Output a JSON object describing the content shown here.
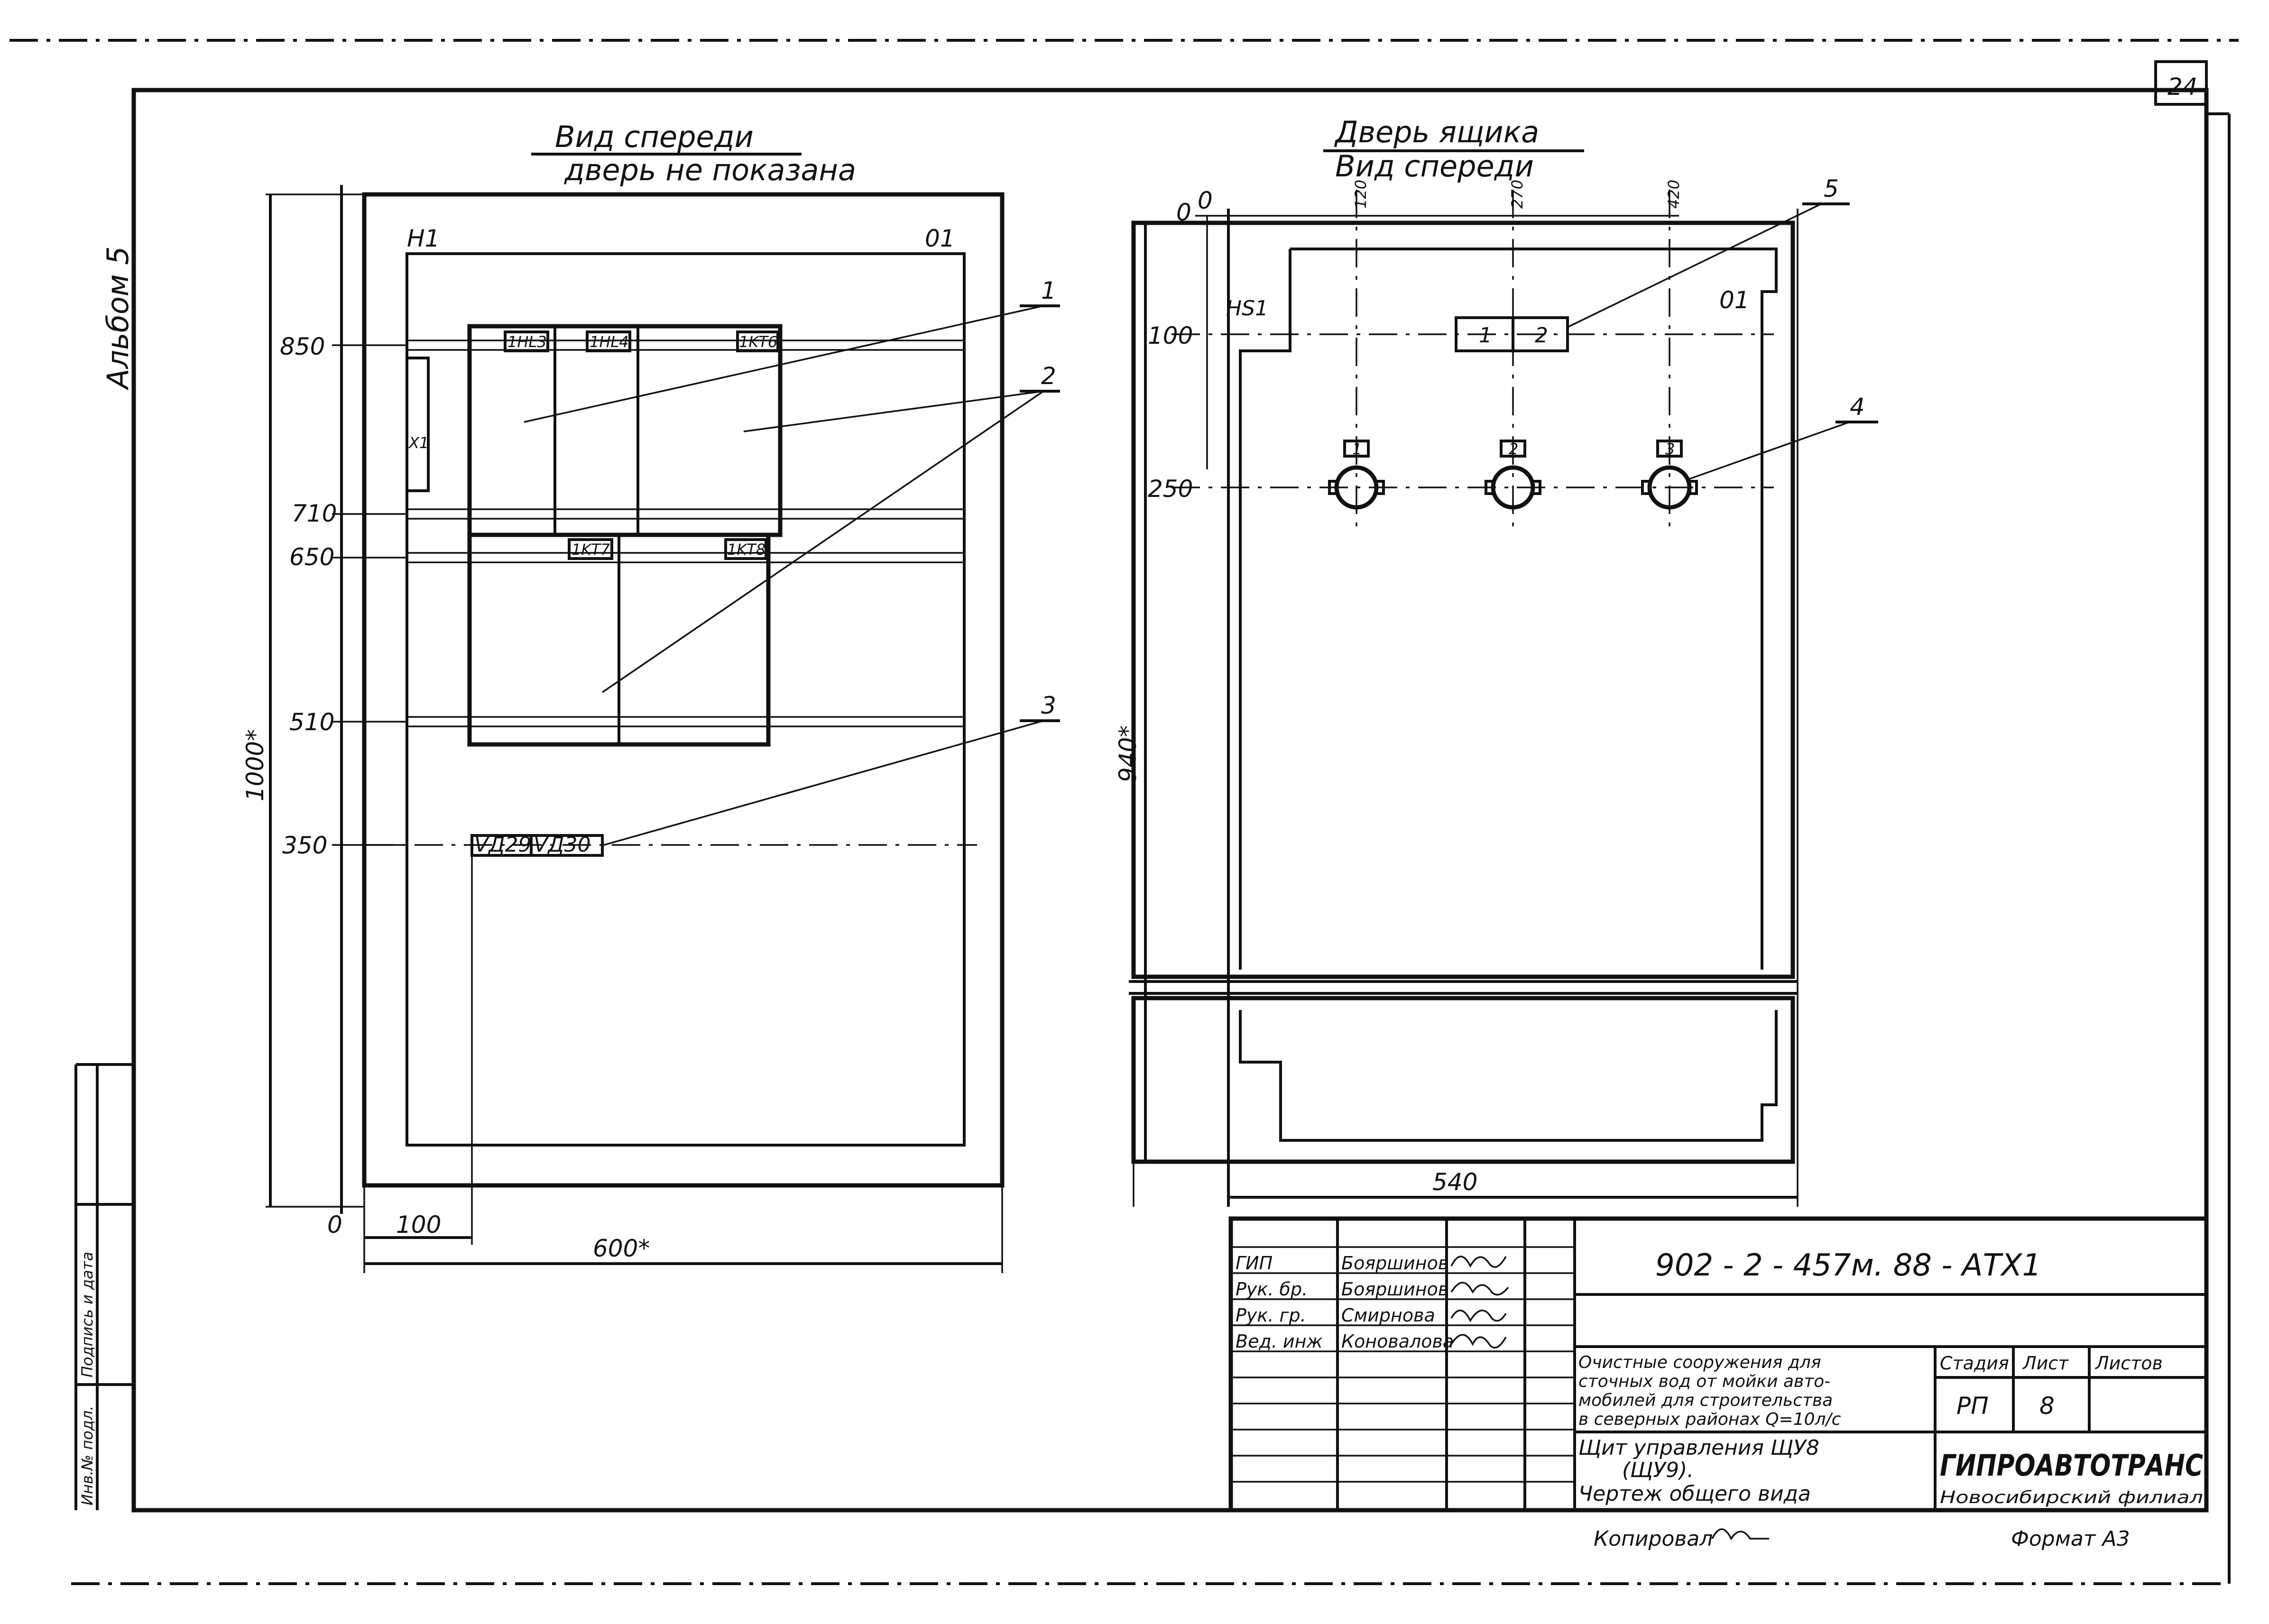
{
  "page_number": "24",
  "album_label": "Альбом 5",
  "front_view": {
    "title": "Вид спереди",
    "subtitle": "дверь не показана",
    "corner_left": "H1",
    "corner_right": "01",
    "height_dim": "1000*",
    "width_dim": "600*",
    "origin": "0",
    "offset_dim": "100",
    "levels": [
      "850",
      "710",
      "650",
      "510",
      "350"
    ],
    "devices_top": [
      "1HL3",
      "1HL4",
      "1KT6"
    ],
    "devices_mid": [
      "1KT7",
      "1KT8"
    ],
    "terminal_block": "X1",
    "device_bottom_a": "VД29",
    "device_bottom_b": "VД30",
    "callouts": [
      "1",
      "2",
      "3"
    ]
  },
  "door_view": {
    "title": "Дверь ящика",
    "subtitle": "Вид спереди",
    "origin": "0",
    "top_left_dim": "0",
    "col_dims": [
      "120",
      "270",
      "420"
    ],
    "row_dims": [
      "100",
      "250"
    ],
    "label_hs": "HS1",
    "corner_right": "01",
    "height_dim": "940*",
    "width_dim": "540",
    "switch_positions": [
      "1",
      "2"
    ],
    "lamp_tags": [
      "1",
      "2",
      "3"
    ],
    "callouts": [
      "5",
      "4"
    ]
  },
  "title_block": {
    "doc_code": "902 - 2 - 457м. 88 - АТХ1",
    "roles": [
      "ГИП",
      "Рук. бр.",
      "Рук. гр.",
      "Вед. инж"
    ],
    "names": [
      "Бояршинов",
      "Бояршинов",
      "Смирнова",
      "Коновалова"
    ],
    "project_description": [
      "Очистные сооружения для",
      "сточных вод от мойки авто-",
      "мобилей для строительства",
      "в северных районах Q=10л/с"
    ],
    "sheet_title": [
      "Щит управления ЩУ8",
      "(ЩУ9).",
      "Чертеж общего вида"
    ],
    "stage_header": "Стадия",
    "sheet_header": "Лист",
    "sheets_header": "Листов",
    "stage_value": "РП",
    "sheet_value": "8",
    "organization": "ГИПРОАВТОТРАНС",
    "branch": "Новосибирский филиал",
    "copied_by": "Копировал",
    "format": "Формат А3"
  },
  "left_stamp": [
    "Инв.№ подл.",
    "Подпись и дата"
  ]
}
